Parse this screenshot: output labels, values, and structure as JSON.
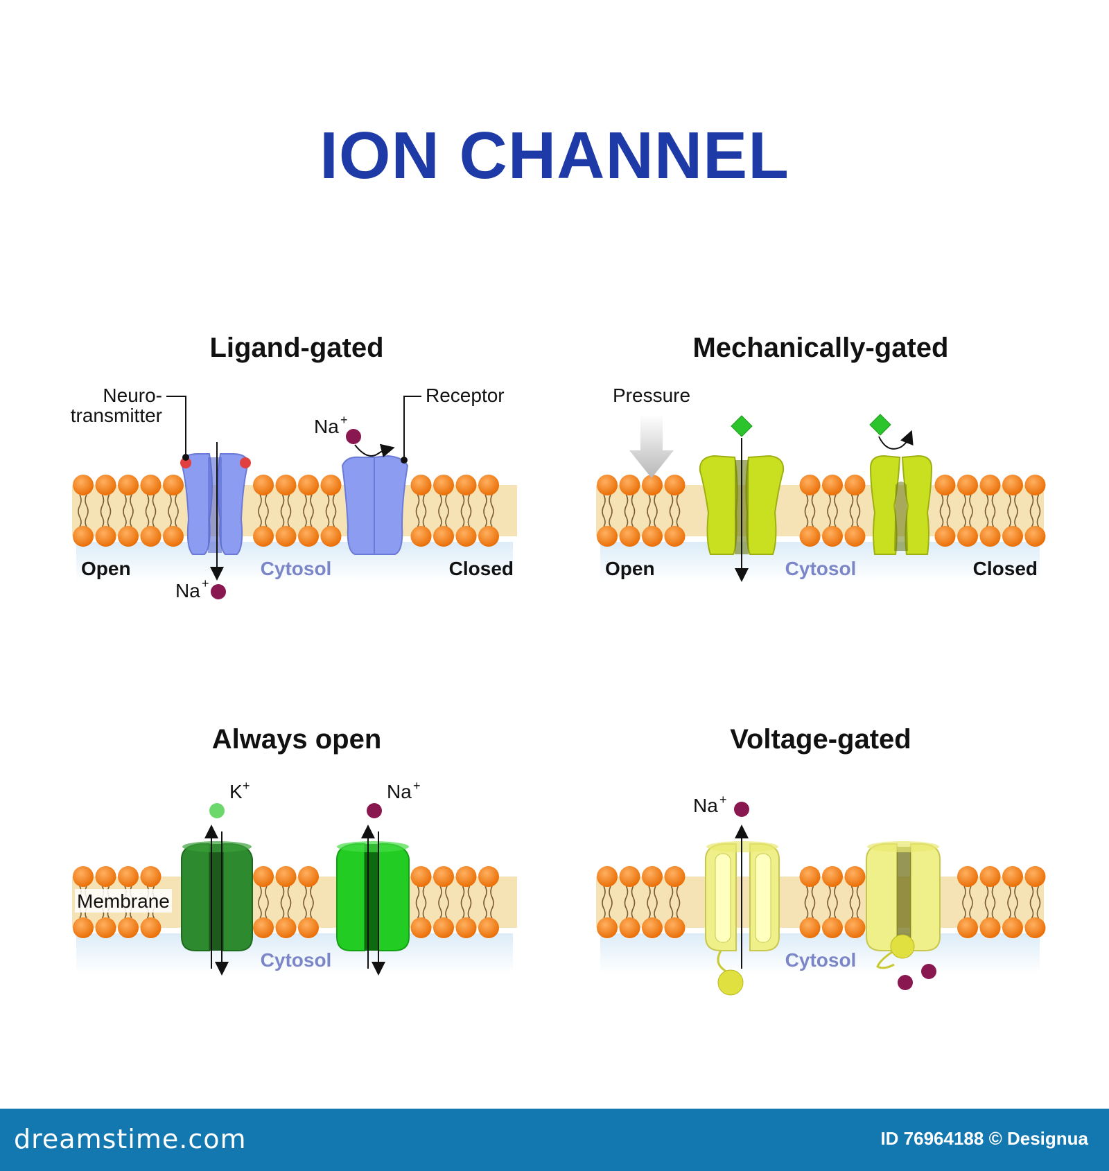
{
  "title": "ION CHANNEL",
  "panels": {
    "ligand": {
      "heading": "Ligand-gated",
      "neurotransmitter_line1": "Neuro-",
      "neurotransmitter_line2": "transmitter",
      "receptor": "Receptor",
      "ion_top": "Na",
      "ion_bottom": "Na",
      "charge": "+",
      "open": "Open",
      "cytosol": "Cytosol",
      "closed": "Closed"
    },
    "mechanical": {
      "heading": "Mechanically-gated",
      "pressure": "Pressure",
      "open": "Open",
      "cytosol": "Cytosol",
      "closed": "Closed"
    },
    "always_open": {
      "heading": "Always open",
      "ion_k": "K",
      "ion_na": "Na",
      "charge": "+",
      "membrane": "Membrane",
      "cytosol": "Cytosol"
    },
    "voltage": {
      "heading": "Voltage-gated",
      "ion": "Na",
      "charge": "+",
      "cytosol": "Cytosol"
    }
  },
  "colors": {
    "title": "#1e3aa6",
    "lipid_head": "#f07d10",
    "lipid_core": "#f6e3b5",
    "cytosol_label": "#7b86c8",
    "ligand_channel": "#8c9cf0",
    "mech_channel": "#c9e020",
    "always_k_channel": "#2e8a2e",
    "always_na_channel": "#22cc22",
    "voltage_channel": "#f0f08a",
    "ion_na": "#8a1850",
    "ion_k": "#6cd86c",
    "ligand_marker": "#e04040",
    "mech_diamond": "#2cc42c",
    "footer": "#1377b0"
  },
  "footer": {
    "brand": "dreamstime.com",
    "credit": "ID 76964188 © Designua"
  }
}
